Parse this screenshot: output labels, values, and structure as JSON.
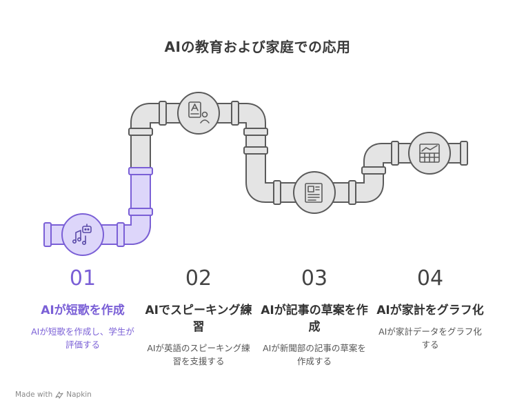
{
  "title": "AIの教育および家庭での応用",
  "colors": {
    "accent": "#7a5fd6",
    "accent_fill": "#ddd6fa",
    "pipe_fill": "#e4e4e4",
    "pipe_stroke": "#5a5a5a"
  },
  "steps": [
    {
      "num": "01",
      "head": "AIが短歌を作成",
      "desc": "AIが短歌を作成し、学生が評価する",
      "icon": "robot-music-icon",
      "active": true
    },
    {
      "num": "02",
      "head": "AIでスピーキング練習",
      "desc": "AIが英語のスピーキング練習を支援する",
      "icon": "language-tutor-icon",
      "active": false
    },
    {
      "num": "03",
      "head": "AIが記事の草案を作成",
      "desc": "AIが新聞部の記事の草案を作成する",
      "icon": "newspaper-icon",
      "active": false
    },
    {
      "num": "04",
      "head": "AIが家計をグラフ化",
      "desc": "AIが家計データをグラフ化する",
      "icon": "spreadsheet-chart-icon",
      "active": false
    }
  ],
  "footer": {
    "made_with": "Made with",
    "brand": "Napkin"
  }
}
